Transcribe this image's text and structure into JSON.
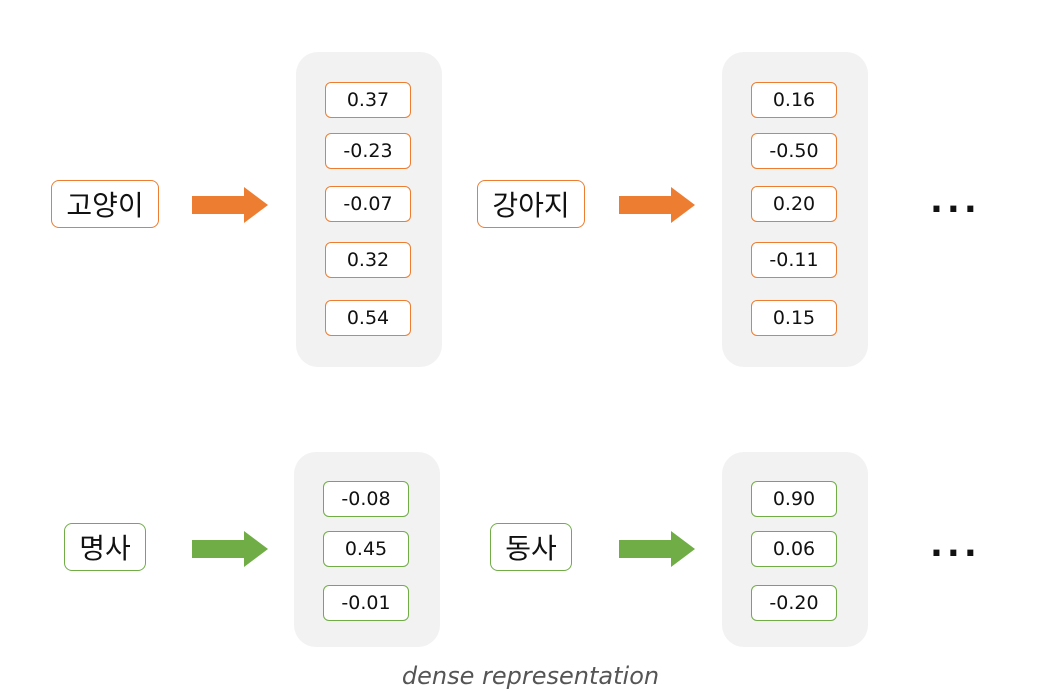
{
  "colors": {
    "orange": "#ed7d31",
    "green": "#70ad47",
    "panel": "#f2f2f2"
  },
  "row1": {
    "word1": "고양이",
    "vector1": [
      "0.37",
      "-0.23",
      "-0.07",
      "0.32",
      "0.54"
    ],
    "word2": "강아지",
    "vector2": [
      "0.16",
      "-0.50",
      "0.20",
      "-0.11",
      "0.15"
    ],
    "ellipsis": "..."
  },
  "row2": {
    "word1": "명사",
    "vector1": [
      "-0.08",
      "0.45",
      "-0.01"
    ],
    "word2": "동사",
    "vector2": [
      "0.90",
      "0.06",
      "-0.20"
    ],
    "ellipsis": "..."
  },
  "caption": "dense representation"
}
